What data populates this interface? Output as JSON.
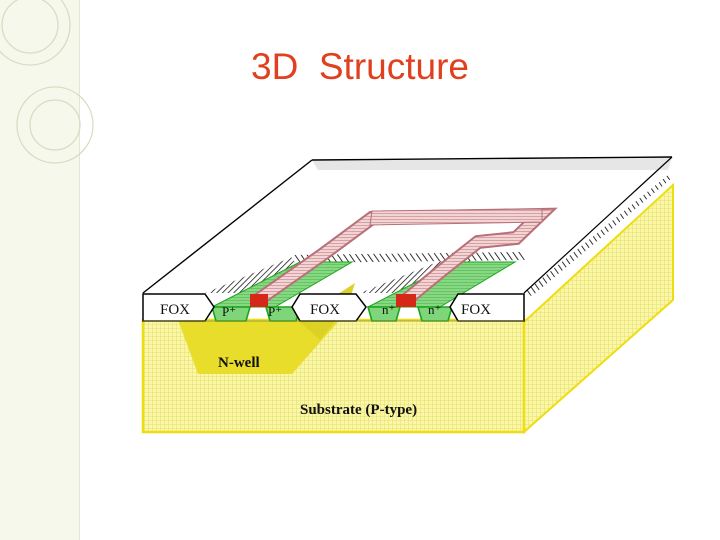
{
  "slide": {
    "title": "3D  Structure"
  },
  "diagram": {
    "labels": {
      "fox_left": "FOX",
      "p_plus_left": "P⁺",
      "p_plus_right": "P⁺",
      "fox_middle": "FOX",
      "n_plus_left": "n⁺",
      "n_plus_right": "n⁺",
      "fox_right": "FOX",
      "nwell": "N-well",
      "substrate": "Substrate (P-type)"
    },
    "colors": {
      "title": "#e0401e",
      "substrate_fill": "#fbf7a8",
      "substrate_border": "#eedd10",
      "nwell_fill": "#e7dd2a",
      "diffusion_fill": "#7fd57a",
      "diffusion_border": "#1aa51a",
      "gate_contact": "#d62818",
      "poly_fill": "#f2d4d4",
      "poly_stroke": "#c0747a",
      "fox_fill": "#ffffff",
      "hatch": "#000000",
      "top_shade": "#d8d8d8",
      "side_band": "#f7f8ec"
    }
  }
}
